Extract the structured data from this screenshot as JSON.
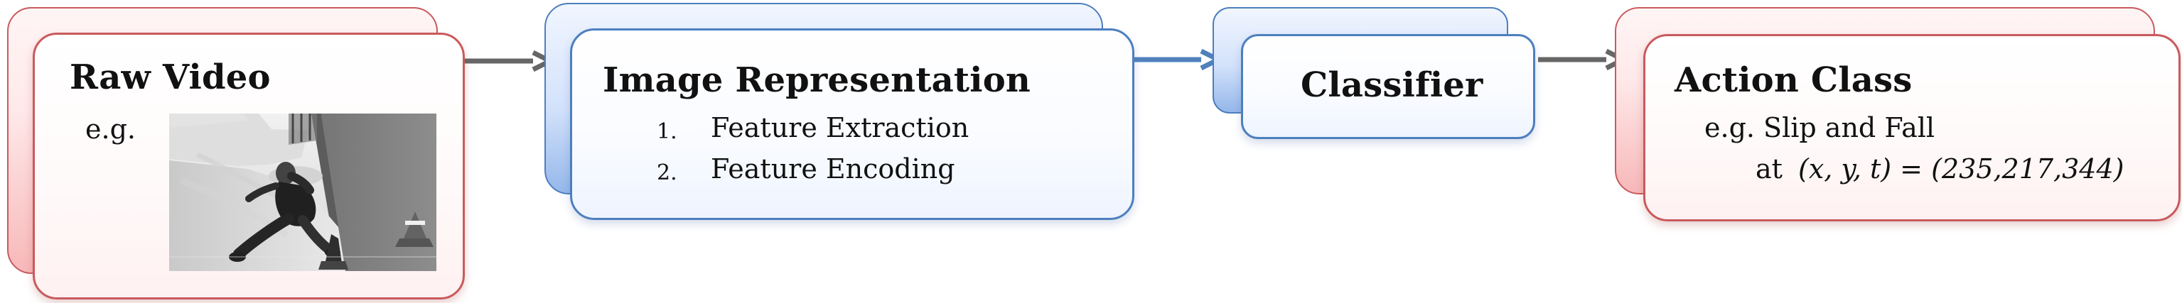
{
  "colors": {
    "red_border": "#c95a5d",
    "blue_border": "#4d7fbe",
    "arrow_gray": "#666666",
    "arrow_blue": "#4f81bd"
  },
  "raw_video": {
    "title": "Raw Video",
    "example_label": "e.g."
  },
  "image_representation": {
    "title": "Image Representation",
    "steps": [
      {
        "number": "1.",
        "label": "Feature Extraction"
      },
      {
        "number": "2.",
        "label": "Feature Encoding"
      }
    ]
  },
  "classifier": {
    "title": "Classifier"
  },
  "action_class": {
    "title": "Action Class",
    "example": "e.g. Slip and Fall",
    "at_label": "at",
    "coordinates_expression": "(x, y, t) = (235,217,344)"
  },
  "icons": {
    "arrow_1": "right-arrow-icon",
    "arrow_2": "right-arrow-icon",
    "arrow_3": "right-arrow-icon"
  }
}
